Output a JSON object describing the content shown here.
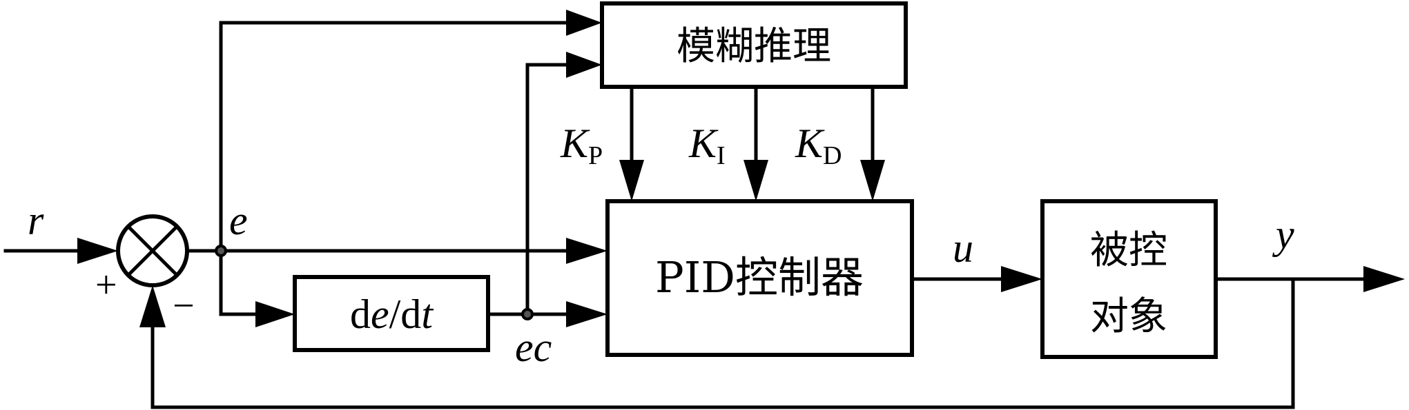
{
  "diagram": {
    "type": "fuzzy-pid-control-block-diagram",
    "blocks": {
      "fuzzy_inference": "模糊推理",
      "pid_controller": "PID控制器",
      "plant_line1": "被控",
      "plant_line2": "对象",
      "derivative": "de/dt"
    },
    "derivative_parts": {
      "prefix": "d",
      "e": "e",
      "mid": "/d",
      "t": "t"
    },
    "signals": {
      "reference": "r",
      "error": "e",
      "error_change": "ec",
      "control": "u",
      "output": "y"
    },
    "gains": [
      {
        "symbol": "K",
        "sub": "P"
      },
      {
        "symbol": "K",
        "sub": "I"
      },
      {
        "symbol": "K",
        "sub": "D"
      }
    ],
    "summing_signs": {
      "plus": "+",
      "minus": "−"
    }
  }
}
